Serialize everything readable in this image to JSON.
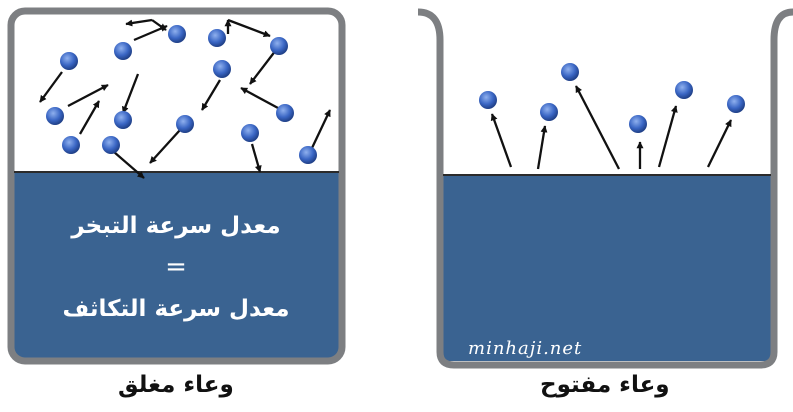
{
  "closed_container": {
    "caption": "وعاء مغلق",
    "evaporation_label": "معدل سرعة التبخر",
    "equals_sign": "=",
    "condensation_label": "معدل سرعة التكاثف"
  },
  "open_container": {
    "caption": "وعاء مفتوح",
    "watermark": "minhaji.net"
  },
  "colors": {
    "liquid": "#3a6391",
    "wall": "#7d7f82",
    "molecule": "#2f5fbd"
  }
}
